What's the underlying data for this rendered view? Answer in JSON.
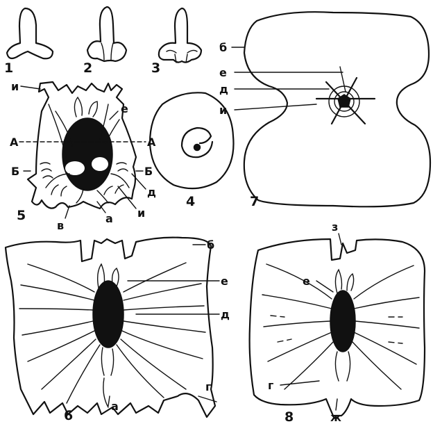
{
  "figure": {
    "panel_numbers": [
      "1",
      "2",
      "3",
      "4",
      "5",
      "6",
      "7",
      "8"
    ],
    "labels": {
      "a": "а",
      "b": "б",
      "v": "в",
      "g": "г",
      "d": "д",
      "e": "е",
      "zh": "ж",
      "z": "з",
      "i": "и",
      "A": "А",
      "B": "Б"
    },
    "colors": {
      "ink": "#111111",
      "paper": "#ffffff",
      "stipple": "#9a9a9a"
    }
  }
}
